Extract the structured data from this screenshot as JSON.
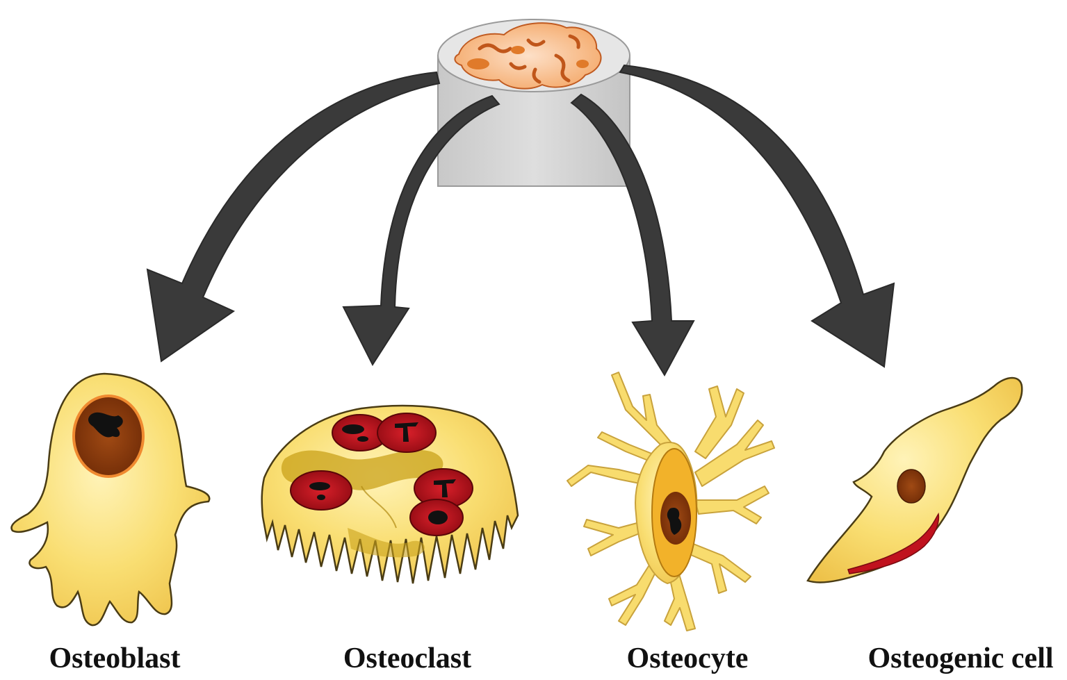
{
  "labels": {
    "osteoblast": "Osteoblast",
    "osteoclast": "Osteoclast",
    "osteocyte": "Osteocyte",
    "osteogenic": "Osteogenic cell"
  },
  "colors": {
    "arrow": "#3a3a3a",
    "cell_body": "#f8dc6e",
    "cell_outline": "#5a4a1a",
    "nucleus_brown": "#8b3a0f",
    "nucleus_red": "#c0121e",
    "scaffold_grey": "#d6d6d6",
    "scaffold_tissue": "#f0a060"
  },
  "icons": {
    "source": "bone-scaffold-cylinder-icon",
    "arrows": "curved-arrow-icon"
  }
}
